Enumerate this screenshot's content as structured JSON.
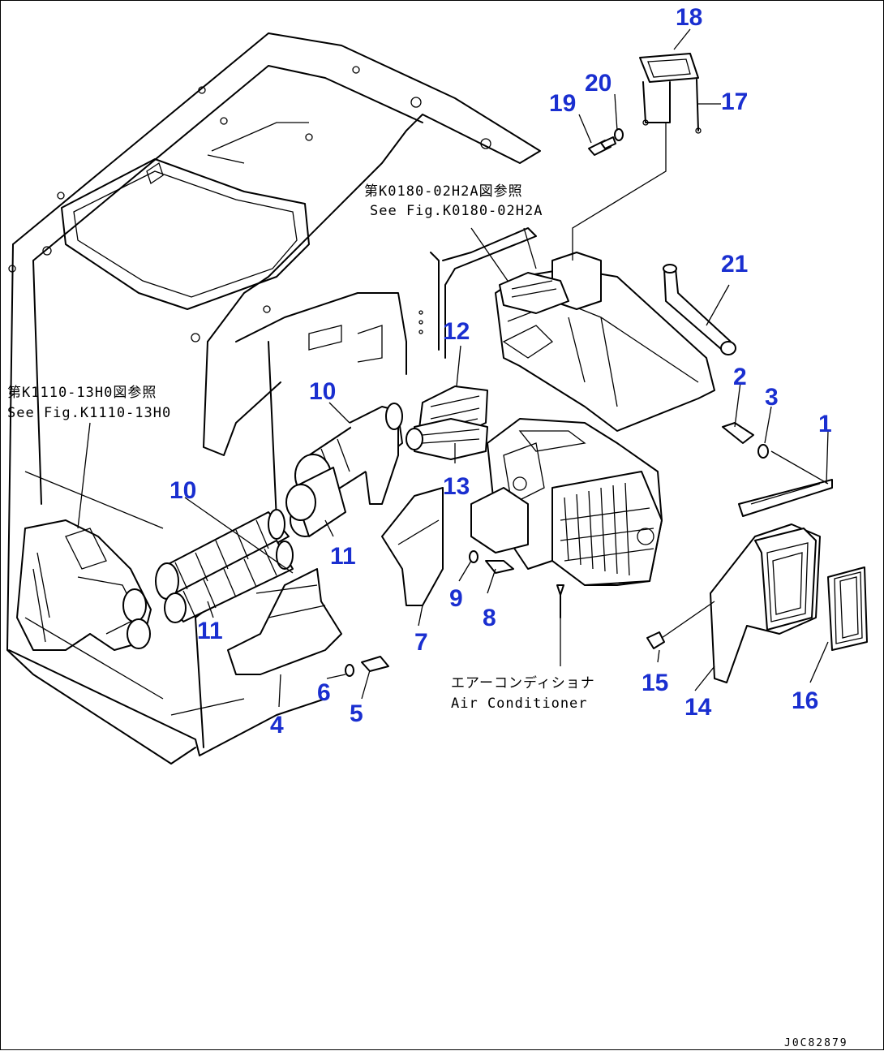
{
  "callouts": [
    "1",
    "2",
    "3",
    "4",
    "5",
    "6",
    "7",
    "8",
    "9",
    "10",
    "10",
    "11",
    "11",
    "12",
    "13",
    "14",
    "15",
    "16",
    "17",
    "18",
    "19",
    "20",
    "21"
  ],
  "notes": {
    "ref_k0180_jp": "第K0180-02H2A図参照",
    "ref_k0180_en": "See Fig.K0180-02H2A",
    "ref_k1110_jp": "第K1110-13H0図参照",
    "ref_k1110_en": "See Fig.K1110-13H0",
    "aircon_jp": "エアーコンディショナ",
    "aircon_en": "Air Conditioner"
  },
  "drawing_code": "J0C82879",
  "colors": {
    "callout": "#1a2fd0",
    "line": "#000000",
    "background": "#ffffff"
  }
}
